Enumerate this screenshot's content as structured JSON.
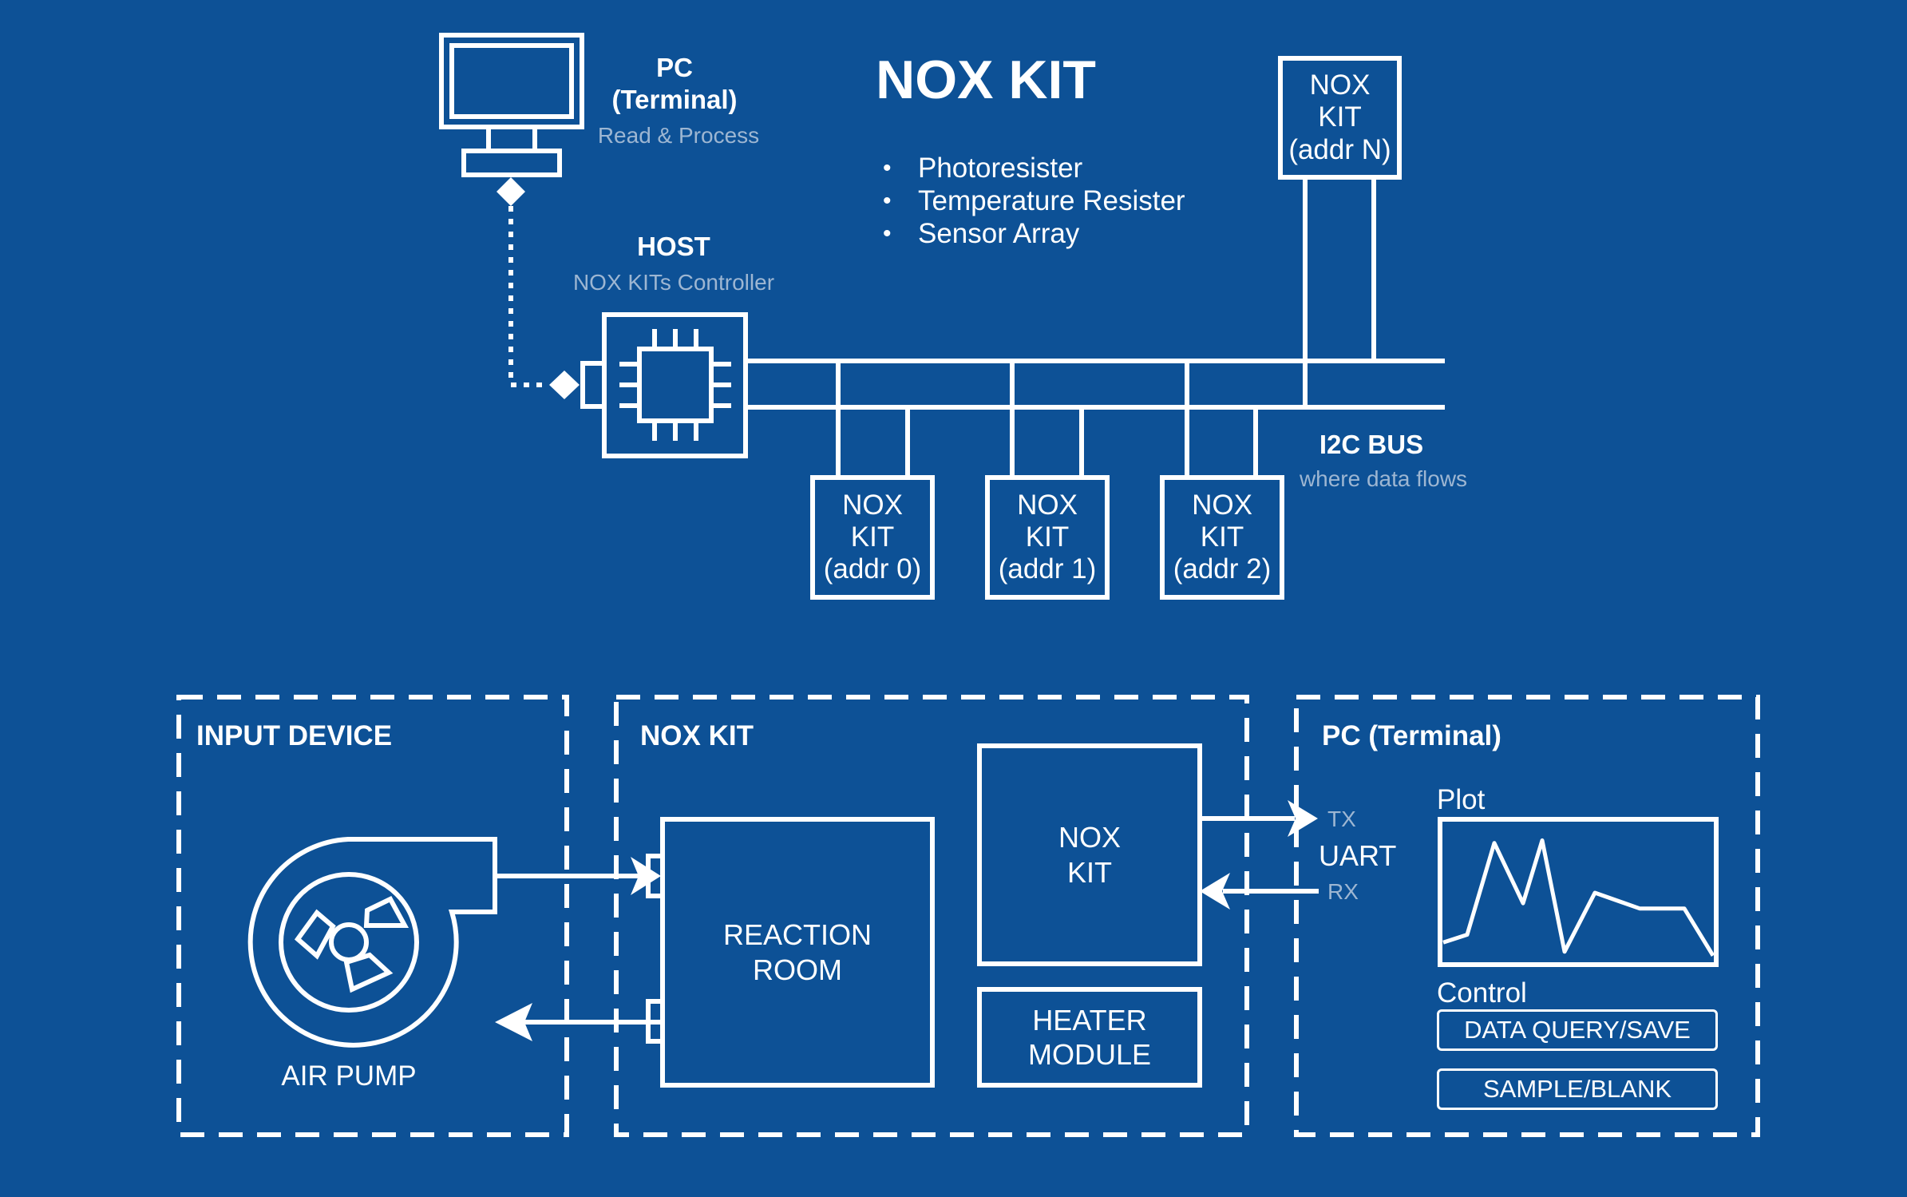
{
  "title": "NOX KIT",
  "features": [
    "Photoresister",
    "Temperature Resister",
    "Sensor Array"
  ],
  "pc": {
    "name": "PC",
    "sub": "(Terminal)",
    "desc": "Read & Process"
  },
  "host": {
    "name": "HOST",
    "desc": "NOX KITs Controller"
  },
  "bus": {
    "name": "I2C BUS",
    "desc": "where data flows"
  },
  "kits": [
    {
      "line1": "NOX",
      "line2": "KIT",
      "line3": "(addr 0)"
    },
    {
      "line1": "NOX",
      "line2": "KIT",
      "line3": "(addr 1)"
    },
    {
      "line1": "NOX",
      "line2": "KIT",
      "line3": "(addr 2)"
    },
    {
      "line1": "NOX",
      "line2": "KIT",
      "line3": "(addr N)"
    }
  ],
  "input_device": {
    "title": "INPUT DEVICE",
    "pump_label": "AIR PUMP"
  },
  "nox_section": {
    "title": "NOX KIT",
    "reaction_room": [
      "REACTION",
      "ROOM"
    ],
    "nox_kit": [
      "NOX",
      "KIT"
    ],
    "heater": [
      "HEATER",
      "MODULE"
    ]
  },
  "uart": {
    "tx": "TX",
    "label": "UART",
    "rx": "RX"
  },
  "pc_section": {
    "title": "PC (Terminal)",
    "plot_label": "Plot",
    "control_label": "Control",
    "buttons": [
      "DATA QUERY/SAVE",
      "SAMPLE/BLANK"
    ]
  },
  "plot_data": [
    0.12,
    0.18,
    0.88,
    0.42,
    0.9,
    0.05,
    0.5,
    0.38,
    0.38,
    0.02
  ],
  "colors": {
    "background": "#0d5196",
    "line": "#ffffff",
    "muted": "#9db6d2"
  }
}
